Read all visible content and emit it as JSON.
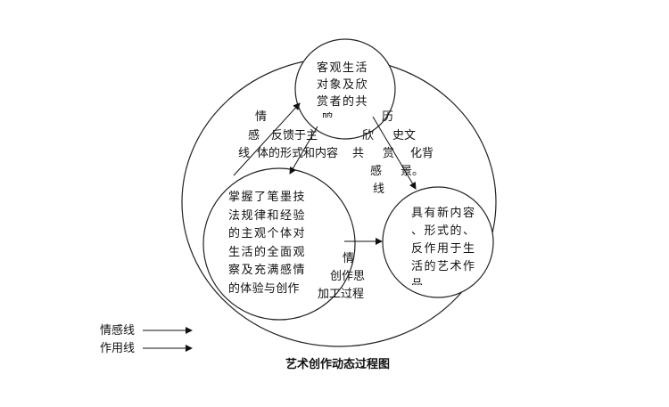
{
  "diagram": {
    "title": "艺术创作动态过程图",
    "nodes": {
      "top": [
        "客观生活",
        "对象及欣",
        "赏者的共",
        "鸣"
      ],
      "left": [
        "掌握了笔墨技",
        "法规律和经验",
        "的主观个体对",
        "生活的全面观",
        "察及充满感情",
        "的体验与创作"
      ],
      "right": [
        "具有新内容",
        "、形式的、",
        "反作用于生",
        "活的艺术作",
        "品"
      ]
    },
    "edge_labels": {
      "left_emotion": [
        "情",
        "感",
        "线"
      ],
      "left_feedback": [
        "反馈于主",
        "体的形式和内容"
      ],
      "center_col1": [
        "共"
      ],
      "center_col2": [
        "欣",
        "赏",
        "感",
        "线"
      ],
      "history": [
        "历",
        "史文",
        "化背",
        "景。"
      ],
      "bottom": [
        "情",
        "创作思",
        "加工过程"
      ]
    },
    "legend": {
      "emotion_line": "情感线",
      "action_line": "作用线"
    }
  }
}
